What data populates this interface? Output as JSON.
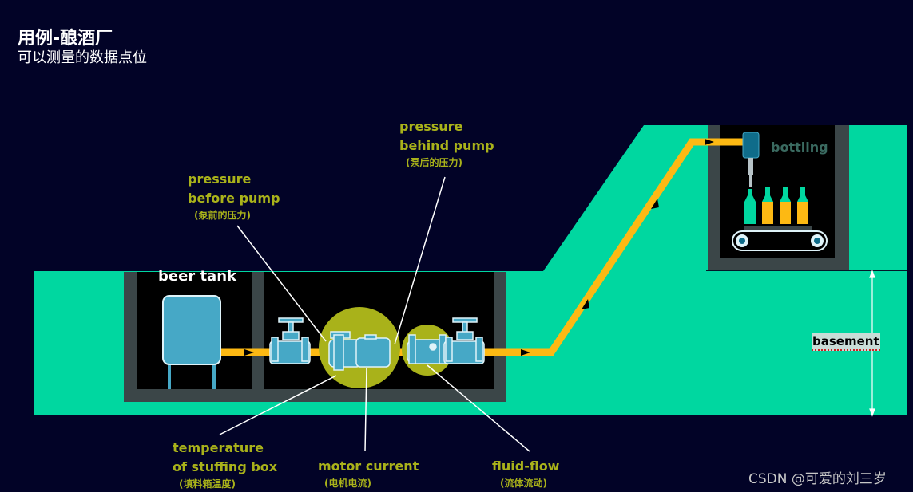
{
  "title": "用例-酿酒厂",
  "subtitle": "可以测量的数据点位",
  "labels": {
    "beer_tank": "beer tank",
    "bottling": "bottling",
    "basement": "basement",
    "pressure_before": {
      "line1": "pressure",
      "line2": "before pump",
      "cn": "(泵前的压力)"
    },
    "pressure_behind": {
      "line1": "pressure",
      "line2": "behind pump",
      "cn": "(泵后的压力)"
    },
    "temperature": {
      "line1": "temperature",
      "line2": "of stuffing box",
      "cn": "(填料箱温度)"
    },
    "motor_current": {
      "line1": "motor current",
      "cn": "(电机电流)"
    },
    "fluid_flow": {
      "line1": "fluid-flow",
      "cn": "(流体流动)"
    }
  },
  "watermark": "CSDN @可爱的刘三岁",
  "colors": {
    "background": "#020327",
    "ground": "#00d7a0",
    "pit": "#3b4648",
    "pipe": "#fdb913",
    "equipment": "#46a8c6",
    "highlight": "#a9b21a"
  }
}
